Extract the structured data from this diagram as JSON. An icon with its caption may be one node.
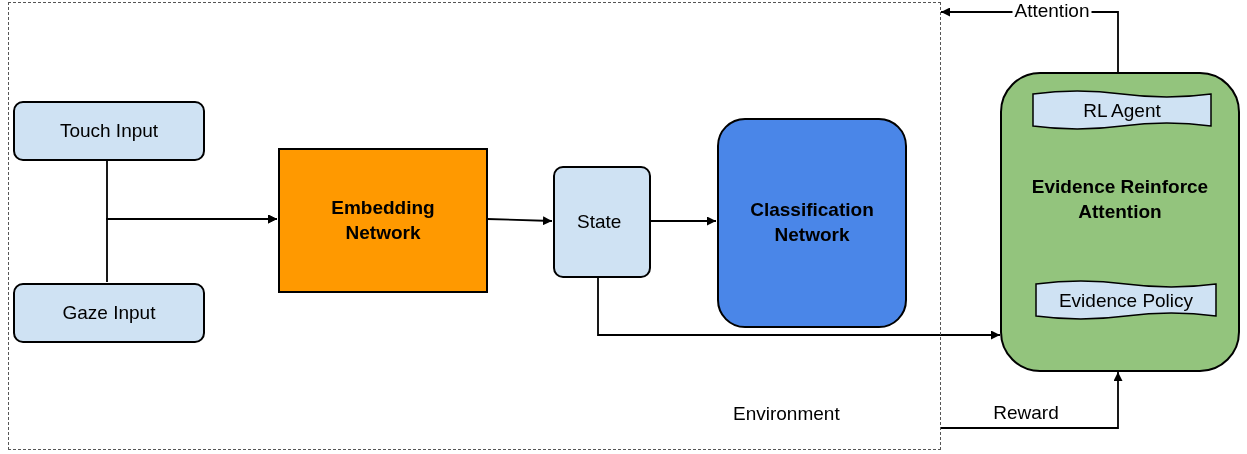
{
  "diagram": {
    "nodes": [
      {
        "text": [
          "Environment"
        ]
      },
      {
        "text": [
          "Touch Input"
        ],
        "in": 0
      },
      {
        "text": [
          "Gaze Input"
        ],
        "in": 0
      },
      {
        "text": [
          "Embedding Network"
        ],
        "in": 0
      },
      {
        "text": [
          "State"
        ],
        "in": 0
      },
      {
        "text": [
          "Classification Network"
        ],
        "in": 0
      },
      {
        "text": [
          "Evidence Reinforce Attention"
        ]
      },
      {
        "text": [
          "RL Agent"
        ],
        "in": 6
      },
      {
        "text": [
          "Evidence Policy"
        ],
        "in": 6
      }
    ],
    "edges": [
      {
        "from": 1,
        "to": 3,
        "arrow": "to"
      },
      {
        "from": 2,
        "to": 3,
        "arrow": "to"
      },
      {
        "from": 3,
        "to": 4,
        "arrow": "to"
      },
      {
        "from": 4,
        "to": 5,
        "arrow": "to"
      },
      {
        "from": 4,
        "to": 6,
        "arrow": "to"
      },
      {
        "from": 6,
        "to": 0,
        "arrow": "to",
        "label": "Attention"
      },
      {
        "from": 0,
        "to": 6,
        "arrow": "to",
        "label": "Reward"
      }
    ]
  }
}
